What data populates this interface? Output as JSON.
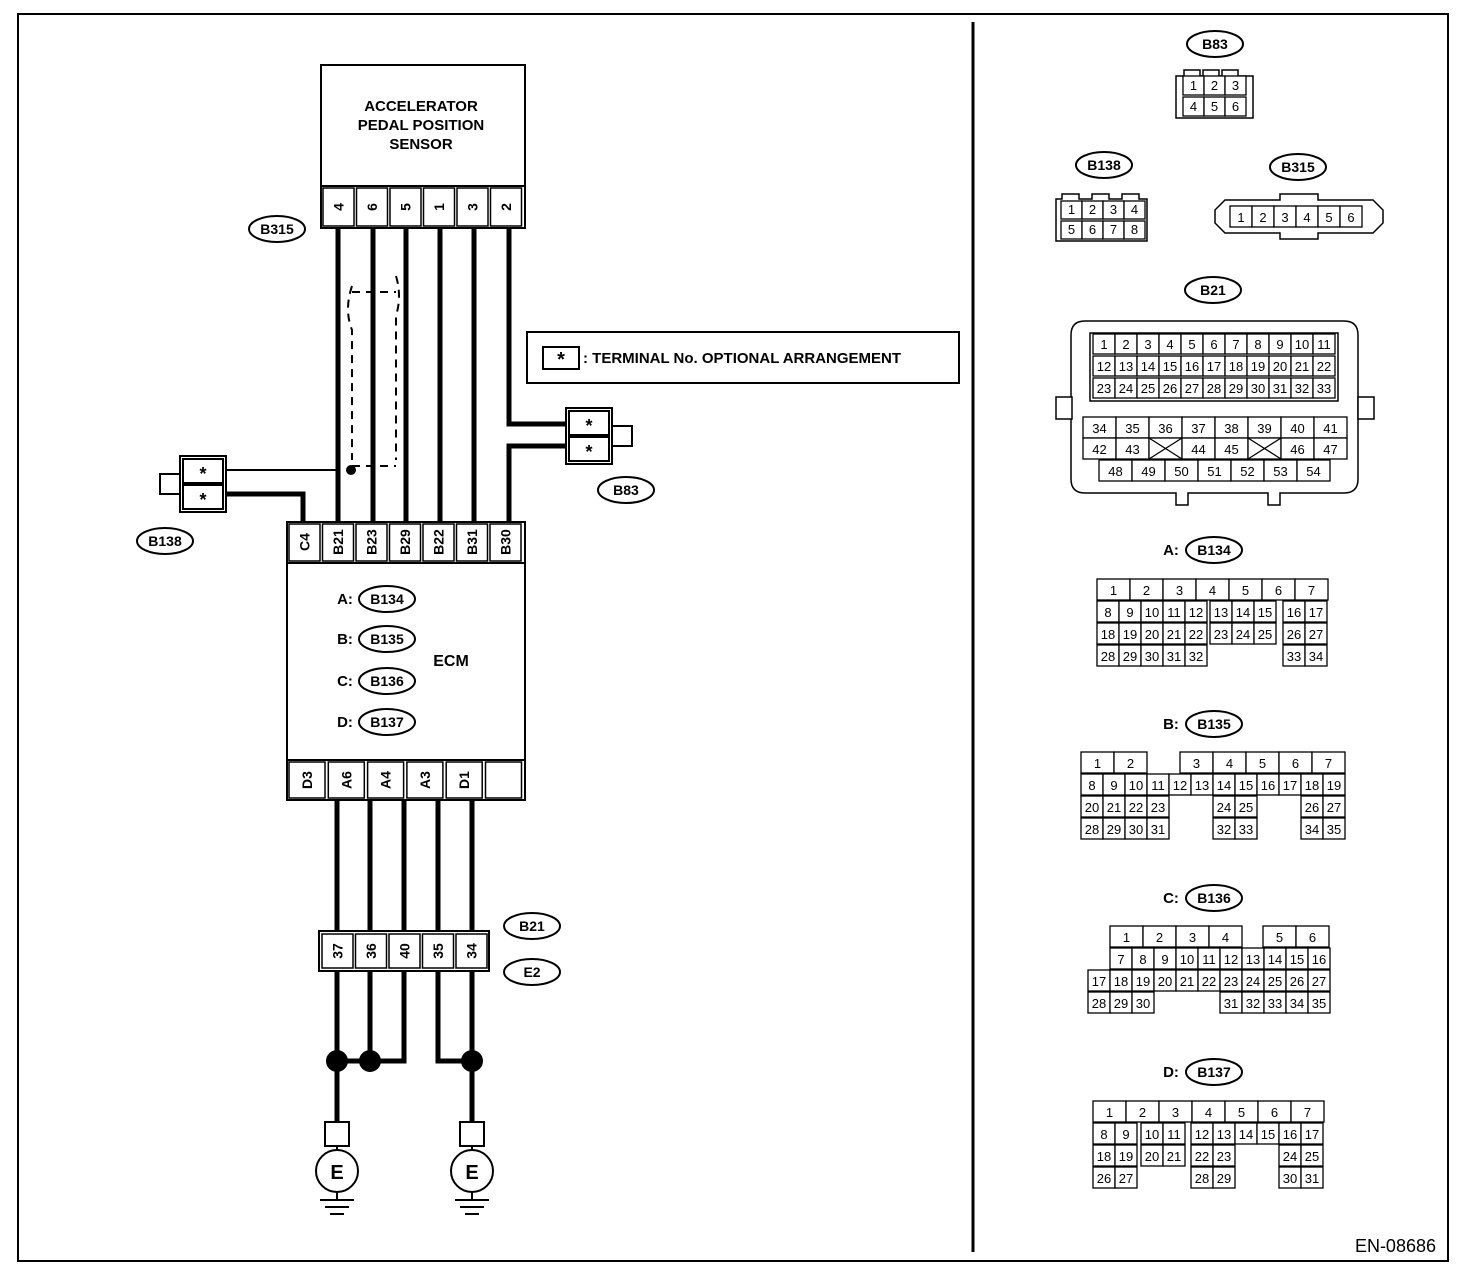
{
  "figure_id": "EN-08686",
  "sensor": {
    "title": [
      "ACCELERATOR",
      "PEDAL POSITION",
      "SENSOR"
    ],
    "connector": "B315",
    "pins": [
      "4",
      "6",
      "5",
      "1",
      "3",
      "2"
    ]
  },
  "legend": {
    "symbol": "*",
    "text": ": TERMINAL No. OPTIONAL ARRANGEMENT"
  },
  "b83": {
    "label": "B83",
    "pins": [
      "*",
      "*"
    ]
  },
  "b138": {
    "label": "B138",
    "pins": [
      "*",
      "*"
    ]
  },
  "ecm": {
    "label": "ECM",
    "top_pins": [
      "C4",
      "B21",
      "B23",
      "B29",
      "B22",
      "B31",
      "B30"
    ],
    "bottom_pins": [
      "D3",
      "A6",
      "A4",
      "A3",
      "D1",
      ""
    ],
    "connectors": [
      {
        "letter": "A:",
        "name": "B134"
      },
      {
        "letter": "B:",
        "name": "B135"
      },
      {
        "letter": "C:",
        "name": "C:B136"
      },
      {
        "letter": "D:",
        "name": "B137"
      }
    ]
  },
  "joint": {
    "labels": [
      "B21",
      "E2"
    ],
    "pins": [
      "37",
      "36",
      "40",
      "35",
      "34"
    ]
  },
  "ground_symbol": "E",
  "faces": {
    "b83": {
      "label": "B83",
      "rows": [
        [
          "1",
          "2",
          "3"
        ],
        [
          "4",
          "5",
          "6"
        ]
      ]
    },
    "b138": {
      "label": "B138",
      "rows": [
        [
          "1",
          "2",
          "3",
          "4"
        ],
        [
          "5",
          "6",
          "7",
          "8"
        ]
      ]
    },
    "b315": {
      "label": "B315",
      "rows": [
        [
          "1",
          "2",
          "3",
          "4",
          "5",
          "6"
        ]
      ]
    },
    "b21": {
      "label": "B21",
      "rows_top": [
        [
          "1",
          "2",
          "3",
          "4",
          "5",
          "6",
          "7",
          "8",
          "9",
          "10",
          "11"
        ],
        [
          "12",
          "13",
          "14",
          "15",
          "16",
          "17",
          "18",
          "19",
          "20",
          "21",
          "22"
        ],
        [
          "23",
          "24",
          "25",
          "26",
          "27",
          "28",
          "29",
          "30",
          "31",
          "32",
          "33"
        ]
      ],
      "rows_bottom": [
        [
          "34",
          "35",
          "36",
          "37",
          "38",
          "39",
          "40",
          "41"
        ],
        [
          "42",
          "43",
          "",
          "44",
          "45",
          "",
          "46",
          "47"
        ],
        [
          "48",
          "49",
          "50",
          "51",
          "52",
          "53",
          "54"
        ]
      ]
    },
    "b134": {
      "prefix": "A:",
      "label": "B134",
      "rows": [
        [
          "1",
          "2",
          "3",
          "4",
          "5",
          "6",
          "7"
        ],
        [
          "8",
          "9",
          "10",
          "11",
          "12",
          "13",
          "14",
          "15",
          "16",
          "17"
        ],
        [
          "18",
          "19",
          "20",
          "21",
          "22",
          "23",
          "24",
          "25",
          "26",
          "27"
        ],
        [
          "28",
          "29",
          "30",
          "31",
          "32",
          "33",
          "34"
        ]
      ]
    },
    "b135": {
      "prefix": "B:",
      "label": "B135",
      "rows": [
        [
          "1",
          "2",
          "3",
          "4",
          "5",
          "6",
          "7"
        ],
        [
          "8",
          "9",
          "10",
          "11",
          "12",
          "13",
          "14",
          "15",
          "16",
          "17",
          "18",
          "19"
        ],
        [
          "20",
          "21",
          "22",
          "23",
          "24",
          "25",
          "26",
          "27"
        ],
        [
          "28",
          "29",
          "30",
          "31",
          "32",
          "33",
          "34",
          "35"
        ]
      ]
    },
    "b136": {
      "prefix": "C:",
      "label": "B136",
      "rows": [
        [
          "1",
          "2",
          "3",
          "4",
          "5",
          "6"
        ],
        [
          "7",
          "8",
          "9",
          "10",
          "11",
          "12",
          "13",
          "14",
          "15",
          "16"
        ],
        [
          "17",
          "18",
          "19",
          "20",
          "21",
          "22",
          "23",
          "24",
          "25",
          "26",
          "27"
        ],
        [
          "28",
          "29",
          "30",
          "31",
          "32",
          "33",
          "34",
          "35"
        ]
      ]
    },
    "b137": {
      "prefix": "D:",
      "label": "B137",
      "rows": [
        [
          "1",
          "2",
          "3",
          "4",
          "5",
          "6",
          "7"
        ],
        [
          "8",
          "9",
          "10",
          "11",
          "12",
          "13",
          "14",
          "15",
          "16",
          "17"
        ],
        [
          "18",
          "19",
          "20",
          "21",
          "22",
          "23",
          "24",
          "25"
        ],
        [
          "26",
          "27",
          "28",
          "29",
          "30",
          "31"
        ]
      ]
    }
  }
}
